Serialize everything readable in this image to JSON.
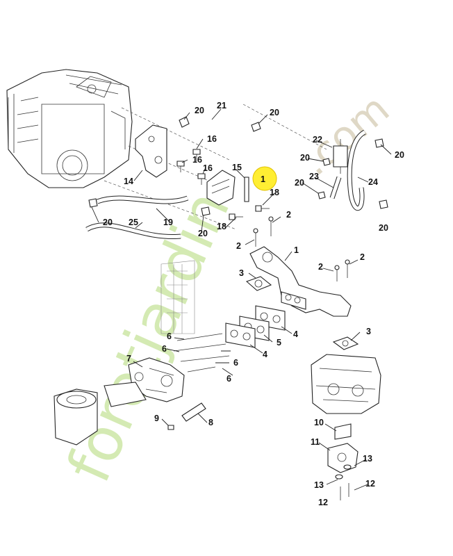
{
  "watermark": {
    "main": "forotjardin",
    "suffix": ".com"
  },
  "callouts": [
    "20",
    "21",
    "20",
    "16",
    "22",
    "20",
    "16",
    "20",
    "14",
    "16",
    "15",
    "1",
    "18",
    "20",
    "23",
    "24",
    "20",
    "19",
    "20",
    "25",
    "2",
    "18",
    "20",
    "2",
    "1",
    "3",
    "2",
    "2",
    "5",
    "4",
    "6",
    "3",
    "6",
    "4",
    "7",
    "6",
    "6",
    "10",
    "9",
    "8",
    "11",
    "13",
    "13",
    "12",
    "12"
  ]
}
